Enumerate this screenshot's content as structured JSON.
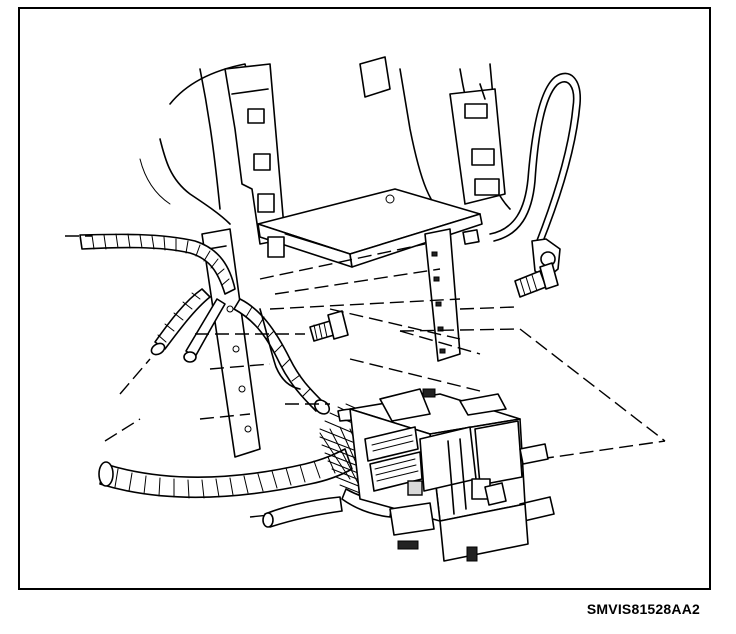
{
  "figure": {
    "id_label": "SMVIS81528AA2"
  },
  "diagram": {
    "components": [
      "mounting-bracket",
      "wiring-harness-conduit",
      "ground-strap",
      "mounting-bolt",
      "ground-bolt",
      "electrical-module-connector"
    ]
  }
}
